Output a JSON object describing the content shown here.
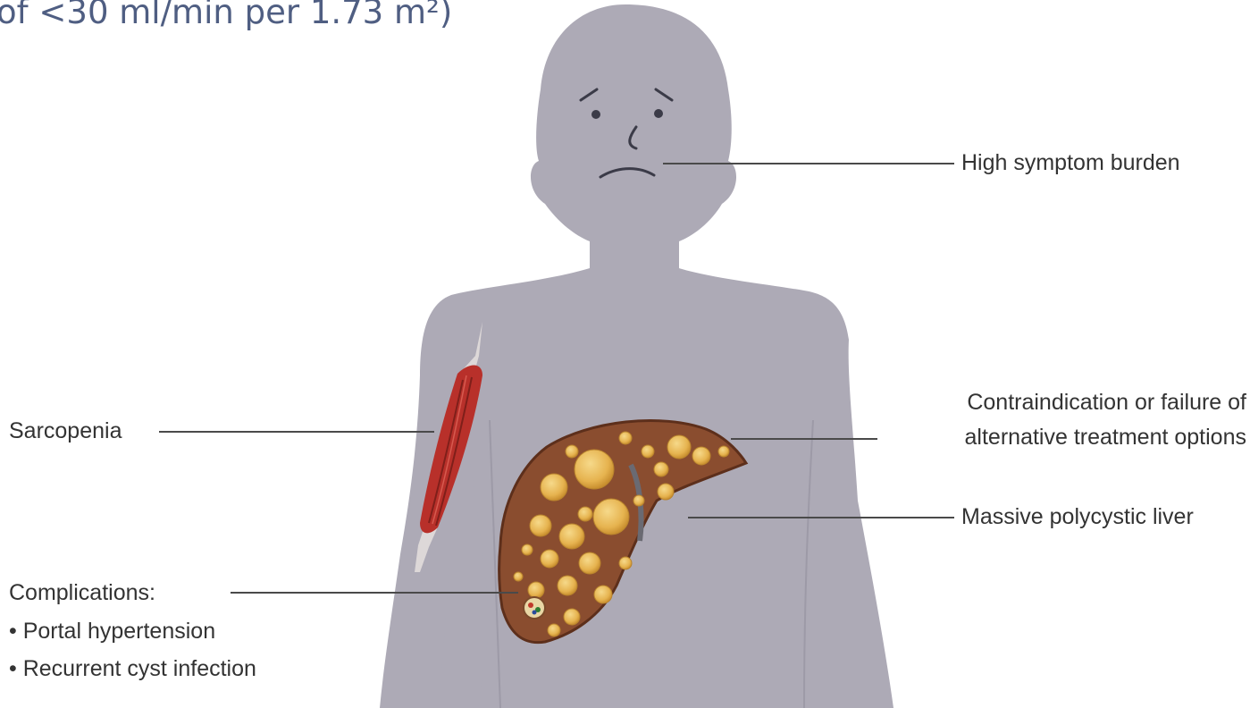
{
  "header_fragment": "of <30 ml/min per 1.73 m²)",
  "labels": {
    "high_symptom_burden": "High symptom burden",
    "sarcopenia": "Sarcopenia",
    "contraindication_line1": "Contraindication or failure of",
    "contraindication_line2": "alternative treatment options",
    "massive_liver": "Massive polycystic liver",
    "complications_title": "Complications:",
    "complication_1": "• Portal hypertension",
    "complication_2": "• Recurrent cyst infection"
  },
  "colors": {
    "body": "#adaab6",
    "liver": "#8a4d2f",
    "cyst": "#e6b34f",
    "muscle": "#b8302a",
    "leader_line": "#4a4a4a",
    "header_text": "#4f5e82"
  },
  "icons": {
    "patient": "sad-human-silhouette",
    "liver": "polycystic-liver",
    "muscle": "arm-muscle"
  }
}
